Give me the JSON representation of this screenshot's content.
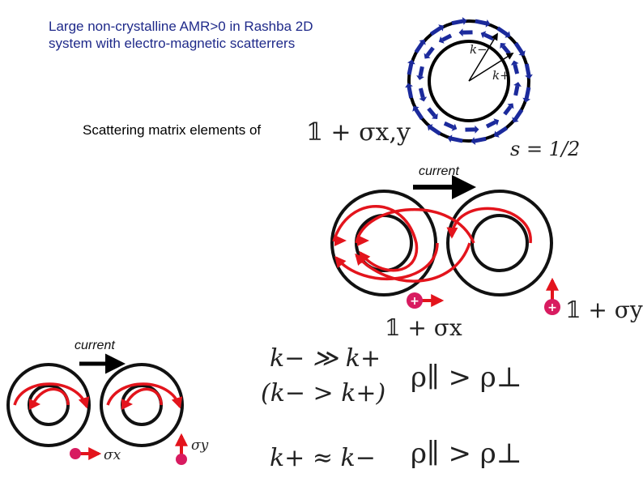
{
  "title": {
    "line1": "Large non-crystalline AMR>0 in Rashba 2D",
    "line2": "system with electro-magnetic scatterrers"
  },
  "scattering_text": "Scattering matrix elements  of",
  "formulas": {
    "one_plus_sigma_xy": "𝟙 + σx,y",
    "spin": "s = 1/2",
    "one_plus_sigma_x": "𝟙 + σx",
    "one_plus_sigma_y": "𝟙 + σy",
    "rel1": "k− ≫ k+",
    "rel2": "(k− > k+)",
    "rel3": "k+ ≈ k−",
    "rho1": "ρ∥ > ρ⊥",
    "rho2": "ρ∥ > ρ⊥",
    "sigma_x_small": "σx",
    "sigma_y_small": "σy"
  },
  "labels": {
    "k_minus": "k−",
    "k_plus": "k+",
    "current_top": "current",
    "current_bottom": "current",
    "plus_sign": "+"
  },
  "colors": {
    "title": "#1f2a8a",
    "arrows_blue": "#1b2a9c",
    "red": "#e3141c",
    "magenta": "#d81b60"
  }
}
